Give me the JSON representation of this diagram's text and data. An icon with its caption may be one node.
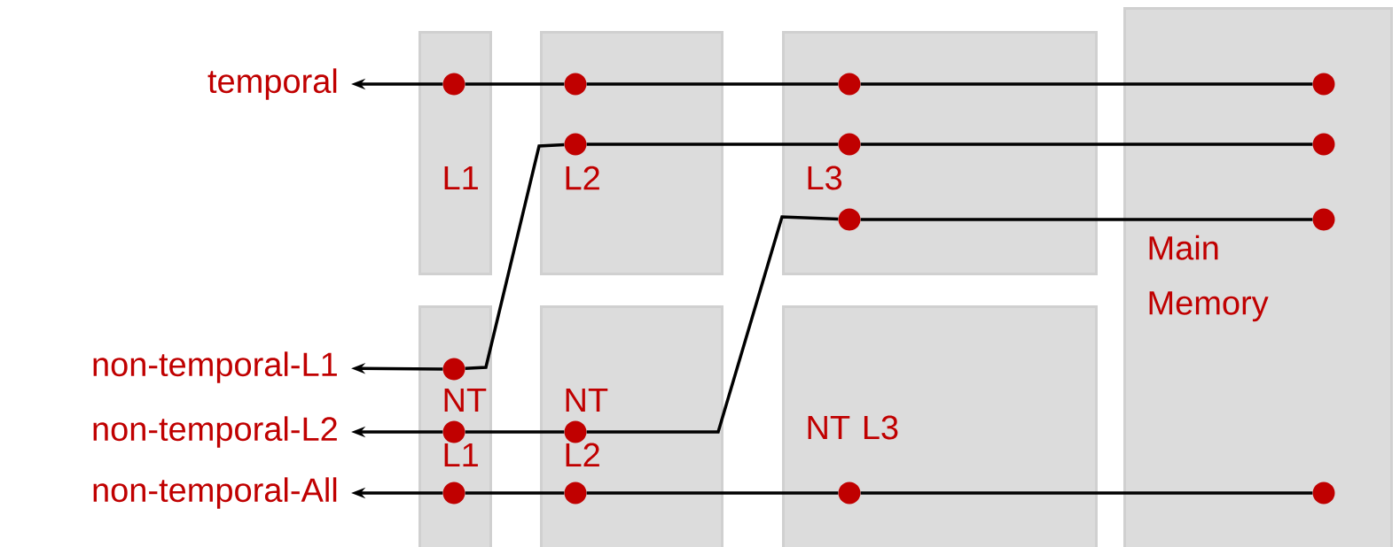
{
  "diagram": {
    "nodes": [
      {
        "text": [
          "L1"
        ]
      },
      {
        "text": [
          "L2"
        ]
      },
      {
        "text": [
          "L3"
        ]
      },
      {
        "text": [
          "Main Memory"
        ]
      },
      {
        "text": [
          "NT L1"
        ]
      },
      {
        "text": [
          "NT L2"
        ]
      },
      {
        "text": [
          "NT L3"
        ]
      },
      {
        "text": [
          "temporal"
        ]
      },
      {
        "text": [
          "non-temporal-L1"
        ]
      },
      {
        "text": [
          "non-temporal-L2"
        ]
      },
      {
        "text": [
          "non-temporal-All"
        ]
      },
      {
        "text": [],
        "shape": "circle",
        "in": 3
      },
      {
        "text": [],
        "shape": "circle",
        "in": 2
      },
      {
        "text": [],
        "shape": "circle",
        "in": 1
      },
      {
        "text": [],
        "shape": "circle",
        "in": 0
      },
      {
        "text": [],
        "shape": "circle",
        "in": 3
      },
      {
        "text": [],
        "shape": "circle",
        "in": 2
      },
      {
        "text": [],
        "shape": "circle",
        "in": 1
      },
      {
        "text": [],
        "shape": "circle",
        "in": 4
      },
      {
        "text": [],
        "shape": "circle",
        "in": 3
      },
      {
        "text": [],
        "shape": "circle",
        "in": 2
      },
      {
        "text": [],
        "shape": "circle",
        "in": 5
      },
      {
        "text": [],
        "shape": "circle",
        "in": 4
      },
      {
        "text": [],
        "shape": "circle",
        "in": 3
      },
      {
        "text": [],
        "shape": "circle",
        "in": 6
      },
      {
        "text": [],
        "shape": "circle",
        "in": 5
      },
      {
        "text": [],
        "shape": "circle",
        "in": 4
      }
    ],
    "edges": [
      {
        "from": 11,
        "to": 12,
        "arrow": "none"
      },
      {
        "from": 12,
        "to": 13,
        "arrow": "none"
      },
      {
        "from": 13,
        "to": 14,
        "arrow": "none"
      },
      {
        "from": 14,
        "to": 7,
        "arrow": "to"
      },
      {
        "from": 15,
        "to": 16,
        "arrow": "none"
      },
      {
        "from": 16,
        "to": 17,
        "arrow": "none"
      },
      {
        "from": 17,
        "to": 18,
        "arrow": "none"
      },
      {
        "from": 18,
        "to": 8,
        "arrow": "to"
      },
      {
        "from": 19,
        "to": 20,
        "arrow": "none"
      },
      {
        "from": 20,
        "to": 21,
        "arrow": "none"
      },
      {
        "from": 21,
        "to": 22,
        "arrow": "none"
      },
      {
        "from": 22,
        "to": 9,
        "arrow": "to"
      },
      {
        "from": 23,
        "to": 24,
        "arrow": "none"
      },
      {
        "from": 24,
        "to": 25,
        "arrow": "none"
      },
      {
        "from": 25,
        "to": 26,
        "arrow": "none"
      },
      {
        "from": 26,
        "to": 10,
        "arrow": "to"
      }
    ]
  }
}
